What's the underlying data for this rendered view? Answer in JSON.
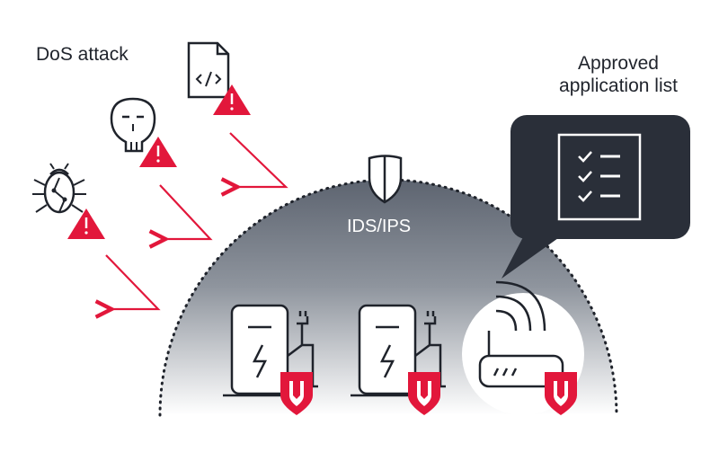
{
  "labels": {
    "dos_attack": "DoS attack",
    "approved_application_list": "Approved\napplication list",
    "ids_ips": "IDS/IPS"
  },
  "colors": {
    "alert_red": "#e2173b",
    "ink": "#1f232b",
    "dome_top": "#5d6470",
    "dome_bottom": "#ffffff",
    "bubble": "#2a2f39"
  },
  "icons": {
    "threats": [
      "bug-icon",
      "skull-icon",
      "code-file-icon"
    ],
    "warning": "warning-triangle-icon",
    "shield": "shield-icon",
    "checklist": "checklist-icon",
    "charger": "ev-charger-icon",
    "router": "wifi-router-icon",
    "badge": "red-shield-badge-icon"
  }
}
